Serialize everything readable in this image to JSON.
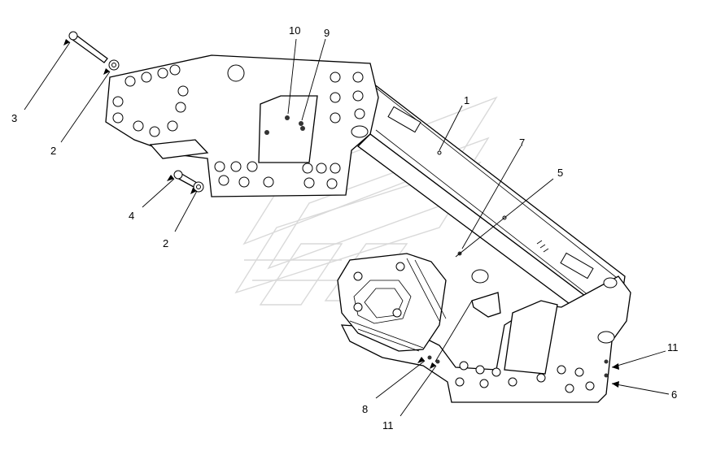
{
  "callouts": [
    {
      "id": "c1",
      "label": "1"
    },
    {
      "id": "c2a",
      "label": "2"
    },
    {
      "id": "c2b",
      "label": "2"
    },
    {
      "id": "c3",
      "label": "3"
    },
    {
      "id": "c4",
      "label": "4"
    },
    {
      "id": "c5",
      "label": "5"
    },
    {
      "id": "c6",
      "label": "6"
    },
    {
      "id": "c7",
      "label": "7"
    },
    {
      "id": "c8",
      "label": "8"
    },
    {
      "id": "c9",
      "label": "9"
    },
    {
      "id": "c10",
      "label": "10"
    },
    {
      "id": "c11a",
      "label": "11"
    },
    {
      "id": "c11b",
      "label": "11"
    }
  ],
  "colors": {
    "line": "#000000",
    "watermark": "#d9d9d9",
    "background": "#ffffff"
  }
}
